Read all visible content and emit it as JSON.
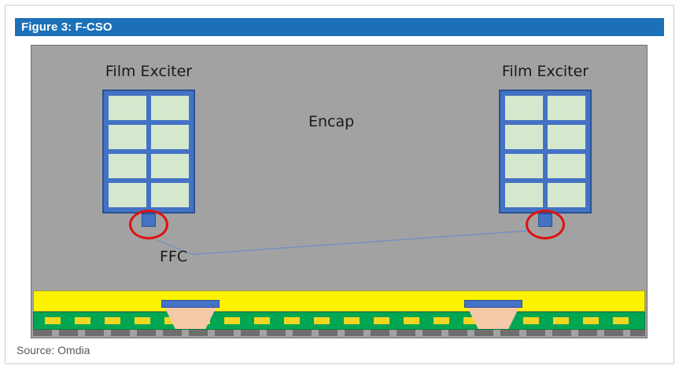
{
  "figure": {
    "title": "Figure 3: F-CSO",
    "source": "Source: Omdia"
  },
  "diagram": {
    "labels": {
      "film_exciter": "Film Exciter",
      "encap": "Encap",
      "ffc": "FFC"
    },
    "colors": {
      "header_bg": "#1c70b8",
      "header_text": "#ffffff",
      "diagram_bg": "#a2a2a2",
      "grid_frame": "#4472c4",
      "grid_cell": "#d5e8ce",
      "highlight_red": "#e01010",
      "encap_yellow": "#fdf200",
      "led_yellow": "#f2d722",
      "substrate_green": "#00a651",
      "connector_peach": "#f5c9a8",
      "callout_line": "#6b8cc7",
      "dash_gray": "#6e6e6e",
      "source_text": "#595959"
    }
  }
}
